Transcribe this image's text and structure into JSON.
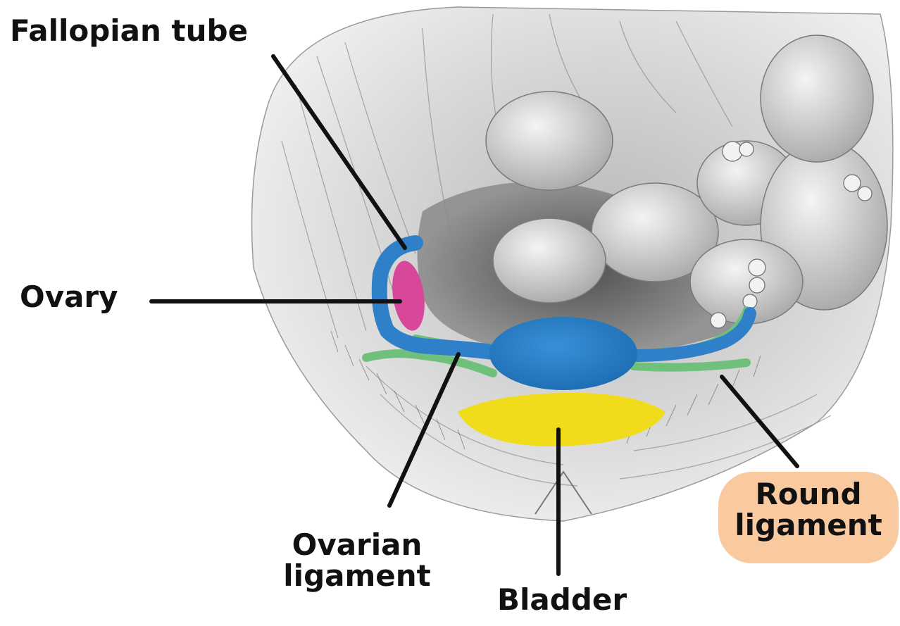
{
  "labels": {
    "fallopian_tube": "Fallopian tube",
    "ovary": "Ovary",
    "ovarian_ligament_line1": "Ovarian",
    "ovarian_ligament_line2": "ligament",
    "bladder": "Bladder",
    "round_ligament_line1": "Round",
    "round_ligament_line2": "ligament"
  },
  "colors": {
    "uterus_and_tube": "#2f80c8",
    "ovary": "#d7479a",
    "ligament": "#6fc07a",
    "bladder": "#f0dc1a",
    "label_badge": "#f9caa0",
    "leader_line": "#111111",
    "sketch_tissue": "#d4d4d4"
  }
}
